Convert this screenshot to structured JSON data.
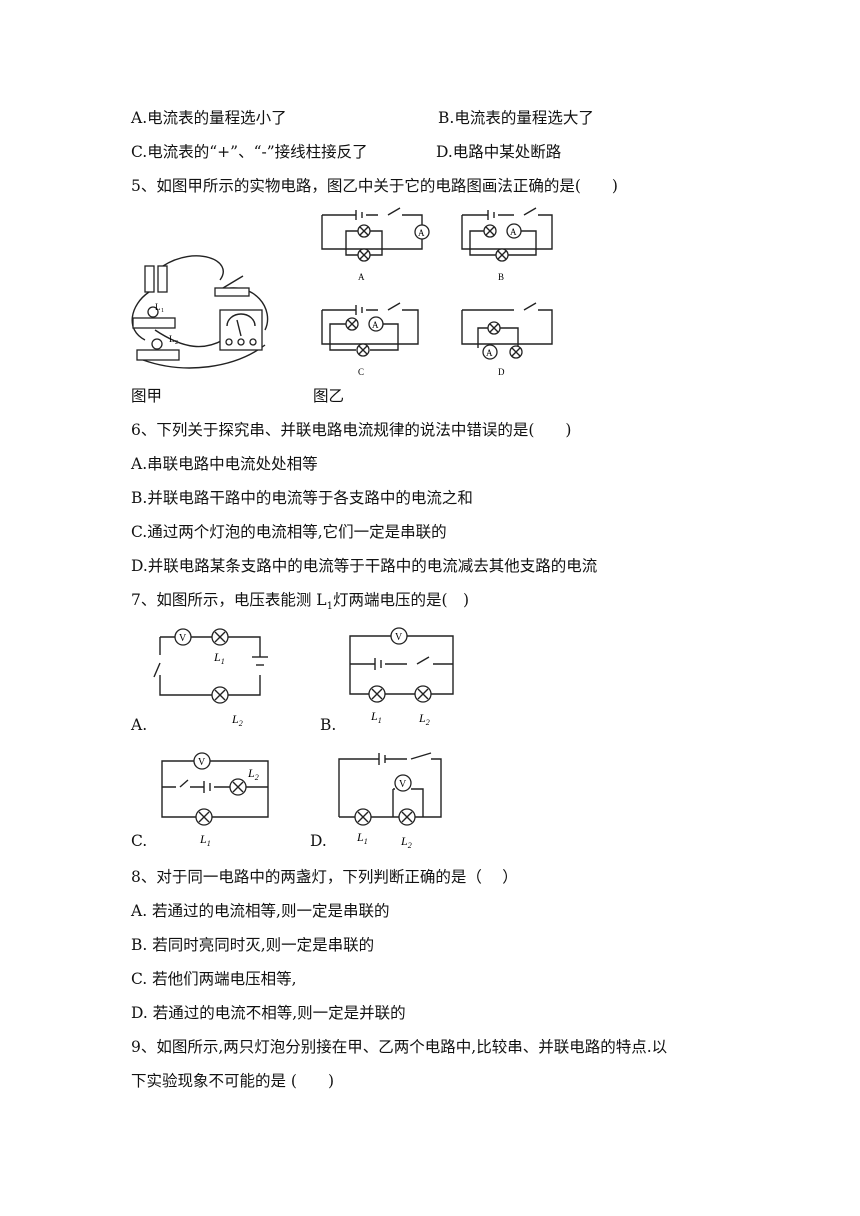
{
  "q4": {
    "optA": "A.电流表的量程选小了",
    "optB": "B.电流表的量程选大了",
    "optC": "C.电流表的“+”、“-”接线柱接反了",
    "optD": "D.电路中某处断路"
  },
  "q5": {
    "stem": "5、如图甲所示的实物电路，图乙中关于它的电路图画法正确的是(　　)",
    "fig_left_caption": "图甲",
    "fig_right_caption": "图乙",
    "diagram_letters": [
      "A",
      "B",
      "C",
      "D"
    ],
    "lamp_labels": [
      "L1",
      "L2"
    ],
    "meter_symbol": "A"
  },
  "q6": {
    "stem": "6、下列关于探究串、并联电路电流规律的说法中错误的是(　　)",
    "optA": "A.串联电路中电流处处相等",
    "optB": "B.并联电路干路中的电流等于各支路中的电流之和",
    "optC": "C.通过两个灯泡的电流相等,它们一定是串联的",
    "optD": "D.并联电路某条支路中的电流等于干路中的电流减去其他支路的电流"
  },
  "q7": {
    "stem_pre": "7、如图所示，电压表能测 L",
    "stem_sub": "1",
    "stem_post": "灯两端电压的是(　)",
    "labels": [
      "A.",
      "B.",
      "C.",
      "D."
    ],
    "meter_symbol": "V"
  },
  "q8": {
    "stem": "8、对于同一电路中的两盏灯，下列判断正确的是（　 ）",
    "optA": "A. 若通过的电流相等,则一定是串联的",
    "optB": "B. 若同时亮同时灭,则一定是串联的",
    "optC": "C. 若他们两端电压相等,",
    "optD": "D. 若通过的电流不相等,则一定是并联的"
  },
  "q9": {
    "stem_line1": "9、如图所示,两只灯泡分别接在甲、乙两个电路中,比较串、并联电路的特点.以",
    "stem_line2": "下实验现象不可能的是 (　　)"
  }
}
